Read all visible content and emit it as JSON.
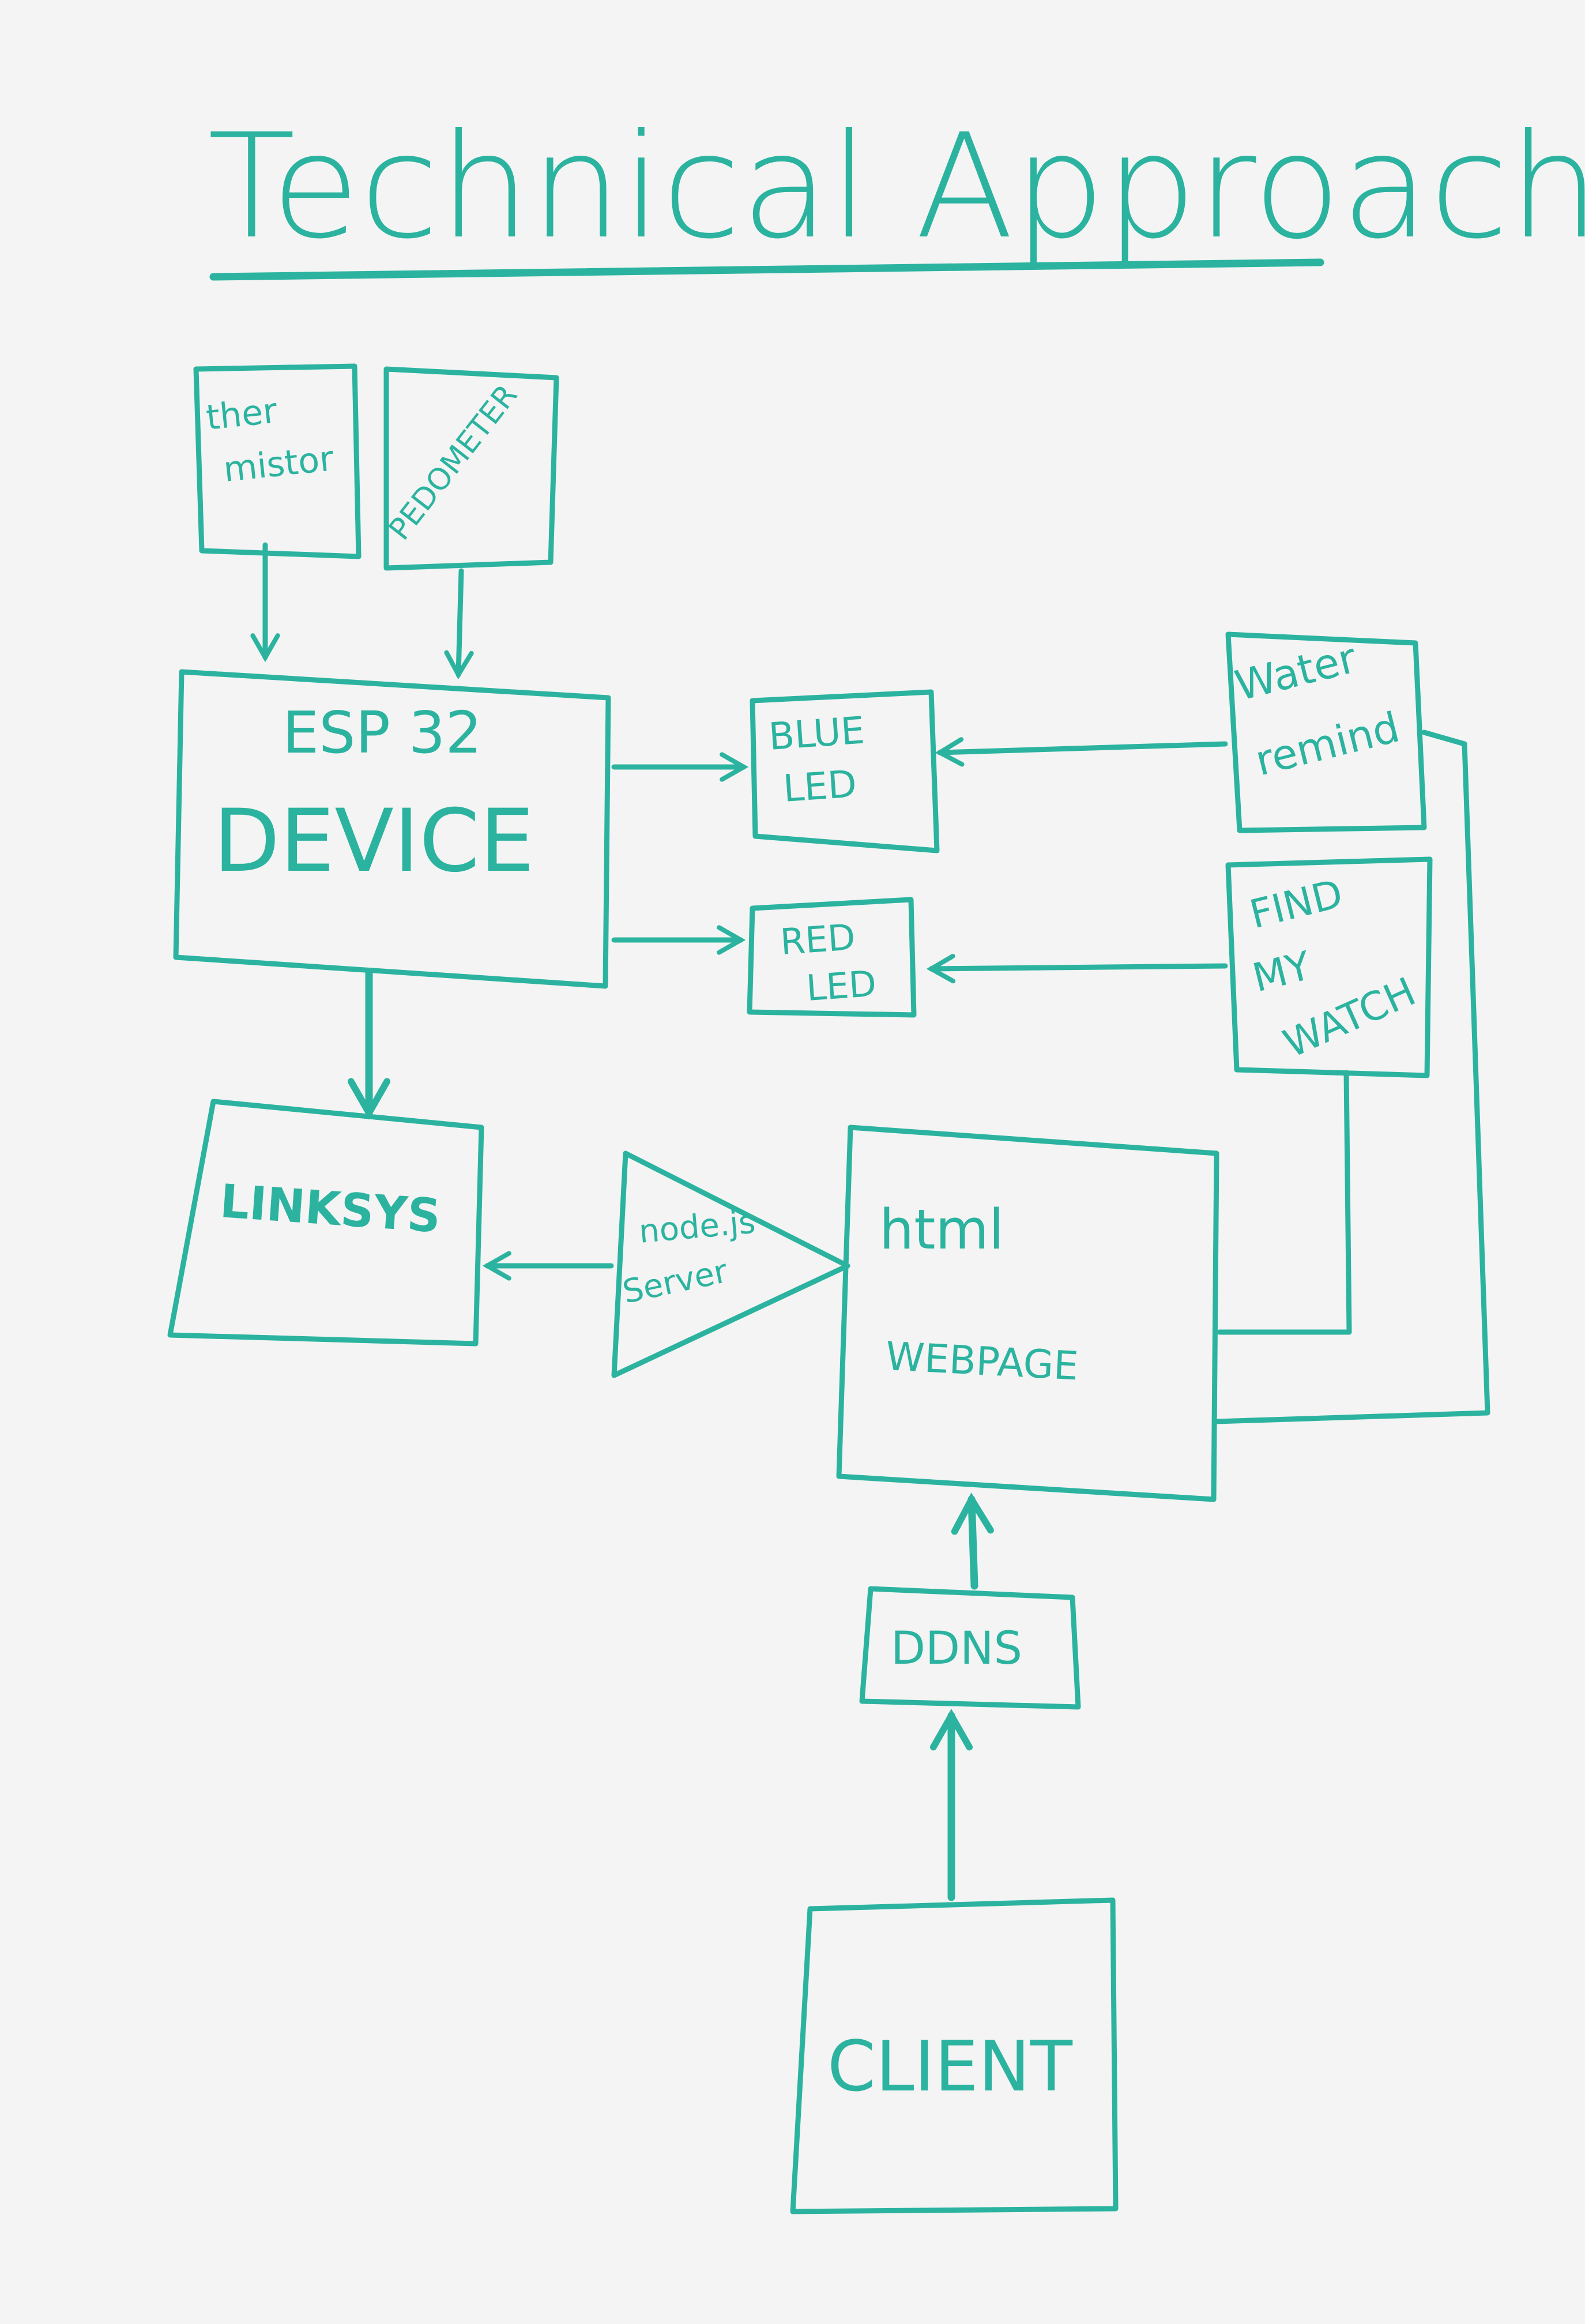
{
  "title": "Technical Approach",
  "ink_color": "#2bb3a0",
  "board_color": "#f3f4f3",
  "nodes": {
    "thermistor": [
      "ther",
      "mistor"
    ],
    "pedometer": "PEDOMETER",
    "esp32": [
      "ESP 32",
      "DEVICE"
    ],
    "blue_led": [
      "BLUE",
      "LED"
    ],
    "red_led": [
      "RED",
      "LED"
    ],
    "water_remind": [
      "Water",
      "remind"
    ],
    "find_my_watch": [
      "FIND",
      "MY",
      "WATCH"
    ],
    "linksys": "LINKSYS",
    "nodejs_server": [
      "node.js",
      "Server"
    ],
    "html_webpage": [
      "html",
      "WEBPAGE"
    ],
    "ddns": "DDNS",
    "client": "CLIENT"
  }
}
